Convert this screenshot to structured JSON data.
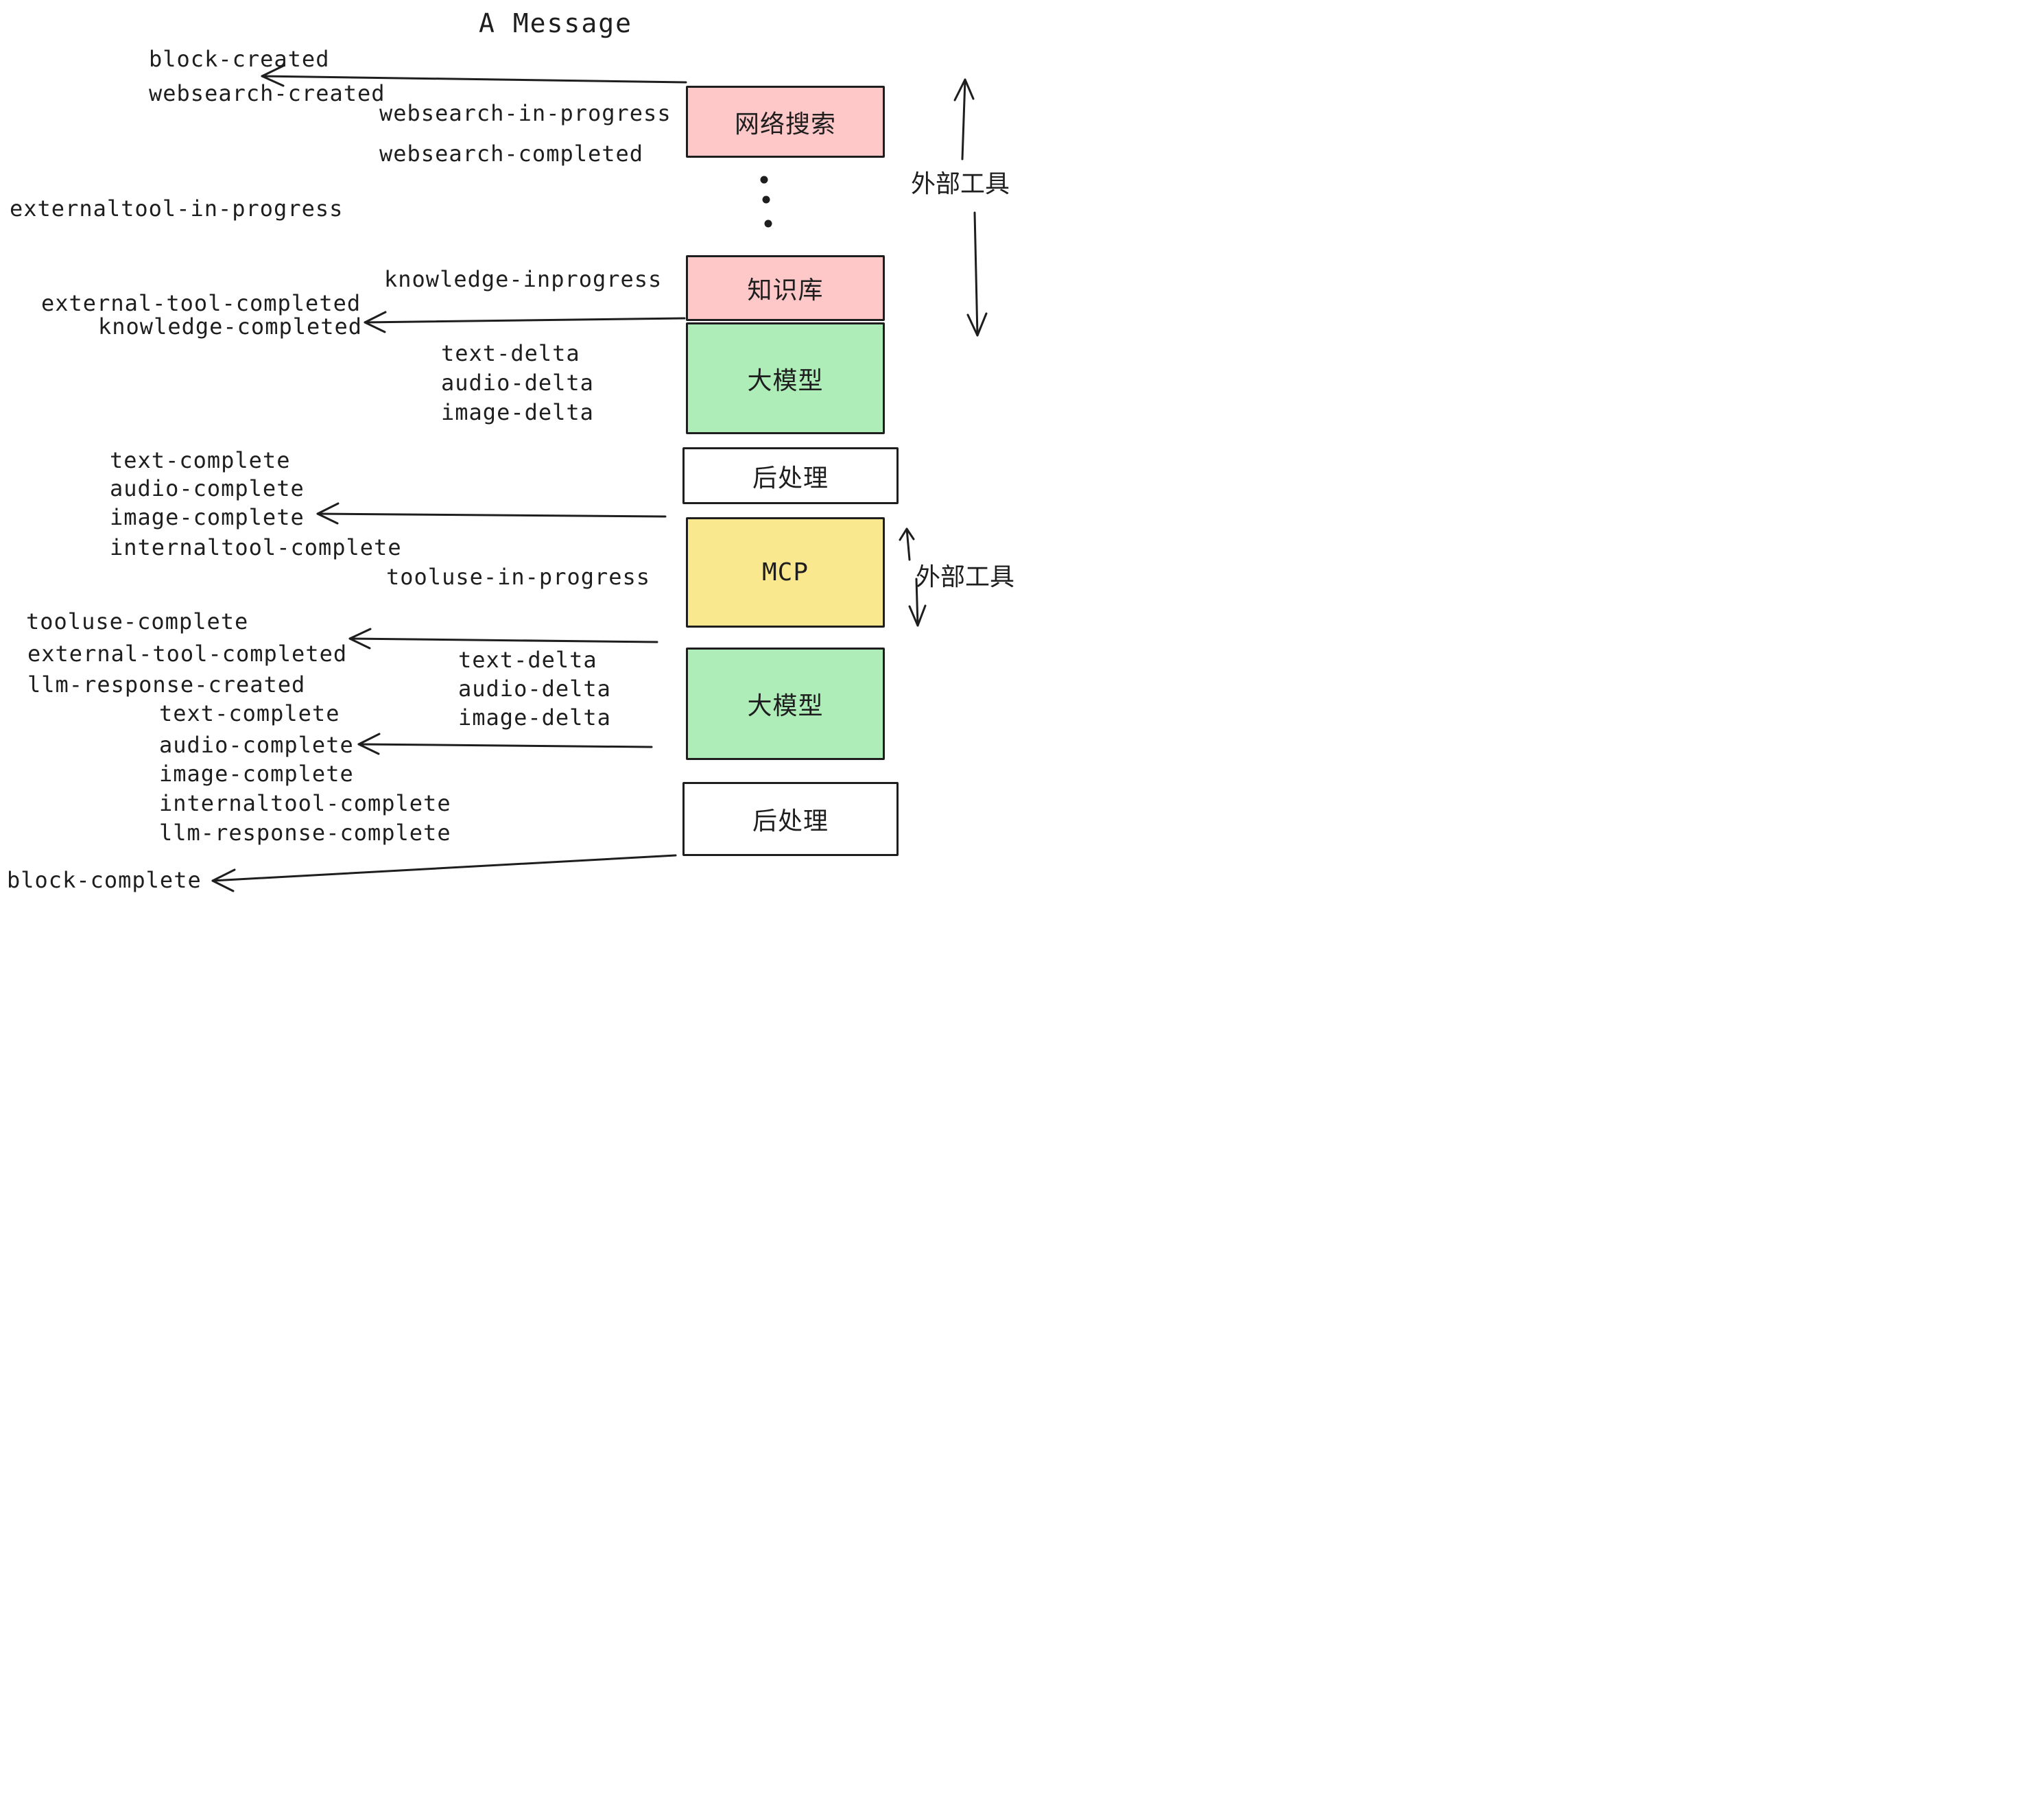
{
  "title": "A Message",
  "boxes": [
    {
      "label": "网络搜索",
      "color": "#FFC8C8"
    },
    {
      "label": "知识库",
      "color": "#FFC8C8"
    },
    {
      "label": "大模型",
      "color": "#AEECB8"
    },
    {
      "label": "后处理",
      "color": "#FFFFFF"
    },
    {
      "label": "MCP",
      "color": "#FAE88E"
    },
    {
      "label": "大模型",
      "color": "#AEECB8"
    },
    {
      "label": "后处理",
      "color": "#FFFFFF"
    }
  ],
  "side_labels": {
    "external_tools_top": "外部工具",
    "external_tools_bottom": "外部工具"
  },
  "events": {
    "block_created": "block-created",
    "websearch_created": "websearch-created",
    "websearch_in_progress": "websearch-in-progress",
    "websearch_completed": "websearch-completed",
    "externaltool_in_progress": "externaltool-in-progress",
    "external_tool_completed": "external-tool-completed",
    "knowledge_inprogress": "knowledge-inprogress",
    "knowledge_completed": "knowledge-completed",
    "text_delta": "text-delta",
    "audio_delta": "audio-delta",
    "image_delta": "image-delta",
    "text_complete": "text-complete",
    "audio_complete": "audio-complete",
    "image_complete": "image-complete",
    "internaltool_complete": "internaltool-complete",
    "tooluse_in_progress": "tooluse-in-progress",
    "tooluse_complete": "tooluse-complete",
    "llm_response_created": "llm-response-created",
    "llm_response_complete": "llm-response-complete",
    "block_complete": "block-complete"
  }
}
